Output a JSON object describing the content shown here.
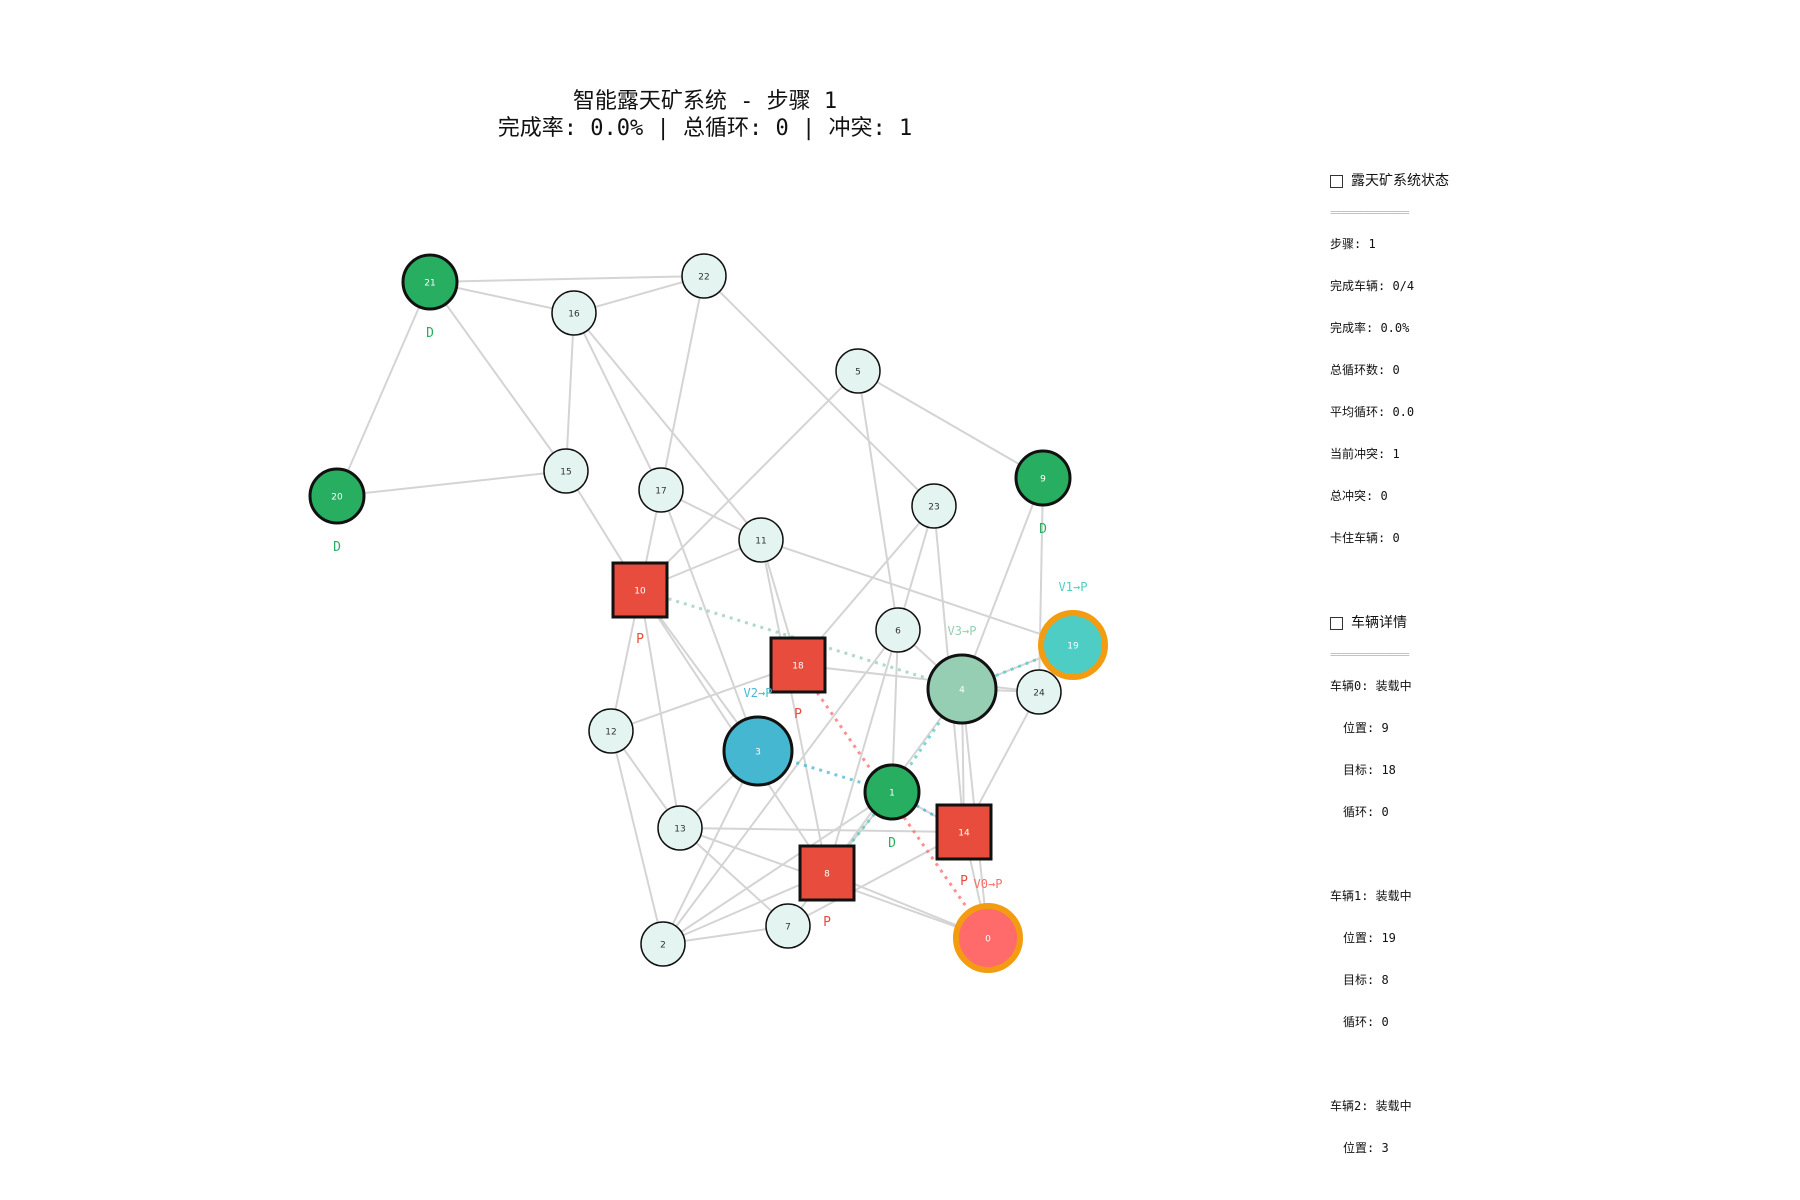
{
  "title": {
    "line1": "智能露天矿系统 - 步骤 1",
    "line2": "完成率: 0.0% | 总循环: 0 | 冲突: 1"
  },
  "colors": {
    "edge": "#d4d4d4",
    "plain_node": "#e4f4f0",
    "dump": "#27ae60",
    "loader": "#e74c3c",
    "highlight_ring": "#f39c12",
    "vehicle_0": "#ff6b6b",
    "vehicle_1": "#4ecdc4",
    "vehicle_2": "#45b7d1",
    "vehicle_3": "#96ceb4"
  },
  "graph": {
    "nodes": [
      {
        "id": "0",
        "label": "0",
        "kind": "vehicle",
        "vehicle": 0,
        "highlight": true
      },
      {
        "id": "1",
        "label": "1",
        "kind": "dump",
        "tag": "D"
      },
      {
        "id": "2",
        "label": "2",
        "kind": "plain"
      },
      {
        "id": "3",
        "label": "3",
        "kind": "vehicle",
        "vehicle": 2,
        "highlight": false
      },
      {
        "id": "4",
        "label": "4",
        "kind": "vehicle",
        "vehicle": 3,
        "highlight": false
      },
      {
        "id": "5",
        "label": "5",
        "kind": "plain"
      },
      {
        "id": "6",
        "label": "6",
        "kind": "plain"
      },
      {
        "id": "7",
        "label": "7",
        "kind": "plain"
      },
      {
        "id": "8",
        "label": "8",
        "kind": "loader",
        "tag": "P"
      },
      {
        "id": "9",
        "label": "9",
        "kind": "dump",
        "tag": "D"
      },
      {
        "id": "10",
        "label": "10",
        "kind": "loader",
        "tag": "P"
      },
      {
        "id": "11",
        "label": "11",
        "kind": "plain"
      },
      {
        "id": "12",
        "label": "12",
        "kind": "plain"
      },
      {
        "id": "13",
        "label": "13",
        "kind": "plain"
      },
      {
        "id": "14",
        "label": "14",
        "kind": "loader",
        "tag": "P"
      },
      {
        "id": "15",
        "label": "15",
        "kind": "plain"
      },
      {
        "id": "16",
        "label": "16",
        "kind": "plain"
      },
      {
        "id": "17",
        "label": "17",
        "kind": "plain"
      },
      {
        "id": "18",
        "label": "18",
        "kind": "loader",
        "tag": "P"
      },
      {
        "id": "19",
        "label": "19",
        "kind": "vehicle",
        "vehicle": 1,
        "highlight": true
      },
      {
        "id": "20",
        "label": "20",
        "kind": "dump",
        "tag": "D"
      },
      {
        "id": "21",
        "label": "21",
        "kind": "dump",
        "tag": "D"
      },
      {
        "id": "22",
        "label": "22",
        "kind": "plain"
      },
      {
        "id": "23",
        "label": "23",
        "kind": "plain"
      },
      {
        "id": "24",
        "label": "24",
        "kind": "plain"
      }
    ],
    "edges": [
      [
        "21",
        "22"
      ],
      [
        "21",
        "16"
      ],
      [
        "21",
        "20"
      ],
      [
        "21",
        "15"
      ],
      [
        "22",
        "16"
      ],
      [
        "22",
        "17"
      ],
      [
        "22",
        "23"
      ],
      [
        "16",
        "15"
      ],
      [
        "16",
        "17"
      ],
      [
        "16",
        "11"
      ],
      [
        "20",
        "15"
      ],
      [
        "5",
        "10"
      ],
      [
        "5",
        "9"
      ],
      [
        "15",
        "10"
      ],
      [
        "17",
        "11"
      ],
      [
        "17",
        "12"
      ],
      [
        "17",
        "3"
      ],
      [
        "10",
        "11"
      ],
      [
        "10",
        "13"
      ],
      [
        "10",
        "3"
      ],
      [
        "11",
        "8"
      ],
      [
        "11",
        "19"
      ],
      [
        "11",
        "18"
      ],
      [
        "23",
        "8"
      ],
      [
        "23",
        "14"
      ],
      [
        "23",
        "18"
      ],
      [
        "9",
        "4"
      ],
      [
        "9",
        "24"
      ],
      [
        "6",
        "4"
      ],
      [
        "6",
        "1"
      ],
      [
        "6",
        "2"
      ],
      [
        "6",
        "5"
      ],
      [
        "18",
        "12"
      ],
      [
        "18",
        "24"
      ],
      [
        "12",
        "13"
      ],
      [
        "12",
        "2"
      ],
      [
        "3",
        "13"
      ],
      [
        "3",
        "2"
      ],
      [
        "13",
        "14"
      ],
      [
        "13",
        "7"
      ],
      [
        "13",
        "0"
      ],
      [
        "4",
        "14"
      ],
      [
        "4",
        "8"
      ],
      [
        "4",
        "19"
      ],
      [
        "4",
        "0"
      ],
      [
        "1",
        "14"
      ],
      [
        "1",
        "8"
      ],
      [
        "24",
        "14"
      ],
      [
        "14",
        "0"
      ],
      [
        "8",
        "2"
      ],
      [
        "8",
        "7"
      ],
      [
        "8",
        "0"
      ],
      [
        "7",
        "2"
      ],
      [
        "7",
        "14"
      ],
      [
        "2",
        "1"
      ],
      [
        "10",
        "8"
      ],
      [
        "4",
        "24"
      ]
    ],
    "routes": [
      {
        "vehicle": 0,
        "path": [
          "0",
          "18"
        ],
        "label": "V0→P"
      },
      {
        "vehicle": 1,
        "path": [
          "19",
          "4",
          "1",
          "8"
        ],
        "label": "V1→P"
      },
      {
        "vehicle": 2,
        "path": [
          "3",
          "1",
          "14"
        ],
        "label": "V2→P"
      },
      {
        "vehicle": 3,
        "path": [
          "4",
          "10"
        ],
        "label": "V3→P"
      }
    ]
  },
  "panel": {
    "system_header": "露天矿系统状态",
    "system_sep": "==============",
    "system_lines": [
      "步骤: 1",
      "完成车辆: 0/4",
      "完成率: 0.0%",
      "总循环数: 0",
      "平均循环: 0.0",
      "当前冲突: 1",
      "总冲突: 0",
      "卡住车辆: 0"
    ],
    "vehicles_header": "车辆详情",
    "vehicles_sep": "==============",
    "vehicles": [
      {
        "status": "车辆0: 装载中",
        "position": "位置: 9",
        "target": "目标: 18",
        "cycles": "循环: 0"
      },
      {
        "status": "车辆1: 装载中",
        "position": "位置: 19",
        "target": "目标: 8",
        "cycles": "循环: 0"
      },
      {
        "status": "车辆2: 装载中",
        "position": "位置: 3"
      }
    ]
  }
}
